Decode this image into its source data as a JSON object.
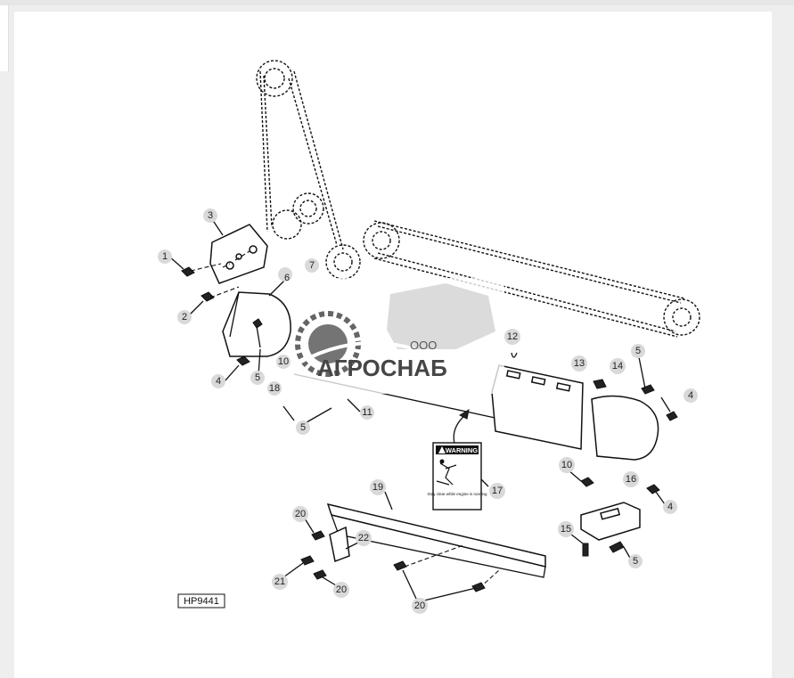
{
  "diagram": {
    "figure_id": "HP9441",
    "watermark_text": "ООО\nАГРОСНАБ",
    "warning_label": {
      "heading": "WARNING",
      "text": "Stay clear while engine is running"
    },
    "callouts": [
      "1",
      "2",
      "3",
      "4",
      "5",
      "6",
      "7",
      "10",
      "11",
      "12",
      "13",
      "14",
      "5",
      "4",
      "18",
      "5",
      "10",
      "16",
      "4",
      "15",
      "5",
      "17",
      "19",
      "20",
      "22",
      "21",
      "20",
      "20"
    ]
  }
}
